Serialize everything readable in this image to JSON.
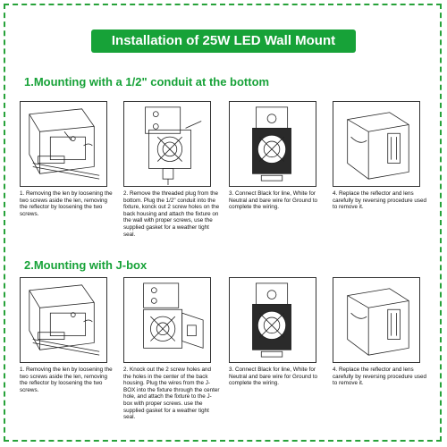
{
  "title": "Installation of 25W LED Wall Mount",
  "sections": [
    {
      "heading": "1.Mounting with a 1/2\" conduit at the bottom",
      "steps": [
        "1. Removing the len by loosening the two screws aside the len, removing the reflector by loosening the two screws.",
        "2. Remove the threaded plug from the bottom. Plug the 1/2\" conduit into the fixture, konck out 2 screw holes on the back housing and attach the fixture on the wall with proper screws, use the supplied gasket for a weather tight seal.",
        "3. Connect Black for line, White for Neutral and bare wire for Ground to complete the wiring.",
        "4. Replace the reflector and lens carefully by reversing procedure used to remove it."
      ]
    },
    {
      "heading": "2.Mounting with J-box",
      "steps": [
        "1. Removing the len by loosening the two screws aside the len, removing the reflector by loosening the two screws.",
        "2. Knock out the 2 screw holes and the holes in the center of the back housing. Plug the wires from the J-BOX into the fixture through the center hole, and attach the fixture to the J-box with proper screws. use the supplied gasket for a weather tight seal.",
        "3. Connect Black for line, White for Neutral and bare wire for Ground to complete the wiring.",
        "4. Replace the reflector and lens carefully by reversing procedure used to remove it."
      ]
    }
  ],
  "colors": {
    "accent": "#17a238",
    "border": "#27a23a"
  }
}
